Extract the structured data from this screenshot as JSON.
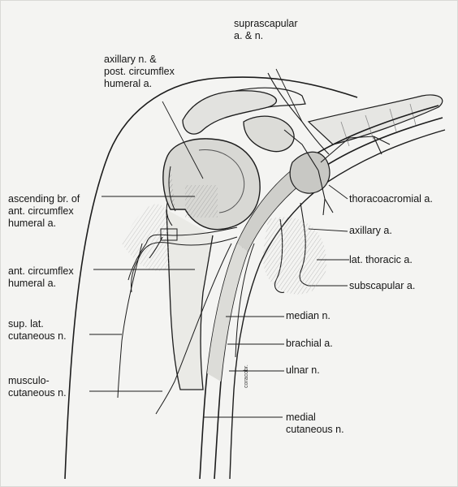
{
  "labels": {
    "suprascapular": "suprascapular\na. & n.",
    "axillary_nerve": "axillary n. &\npost. circumflex\nhumeral a.",
    "ascending_branch": "ascending br. of\nant. circumflex\nhumeral a.",
    "ant_circumflex": "ant. circumflex\nhumeral a.",
    "sup_lat_cutaneous": "sup. lat.\ncutaneous n.",
    "musculocutaneous": "musculo-\ncutaneous n.",
    "thoracoacromial": "thoracoacromial a.",
    "axillary_artery": "axillary a.",
    "lat_thoracic": "lat. thoracic a.",
    "subscapular": "subscapular a.",
    "median": "median n.",
    "brachial": "brachial a.",
    "ulnar": "ulnar n.",
    "medial_cutaneous": "medial\ncutaneous n.",
    "coracobrachialis": "coracobr."
  },
  "colors": {
    "ink": "#1c1c1c",
    "shade": "#8a8a8a",
    "paper": "#f4f4f2"
  }
}
